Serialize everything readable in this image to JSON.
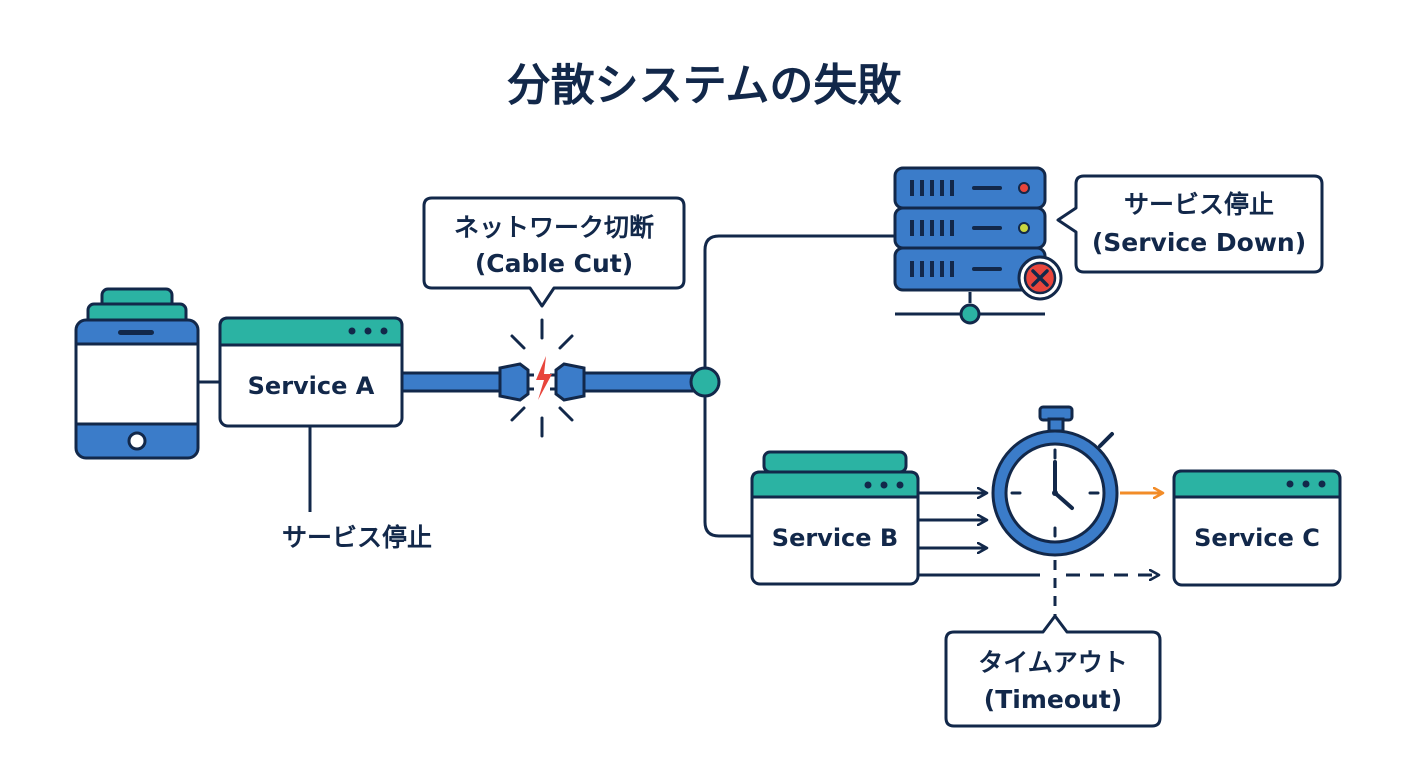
{
  "title": "分散システムの失敗",
  "services": {
    "a": "Service A",
    "b": "Service B",
    "c": "Service C"
  },
  "callouts": {
    "cable_cut": {
      "line1": "ネットワーク切断",
      "line2": "(Cable Cut)"
    },
    "service_down": {
      "line1": "サービス停止",
      "line2": "(Service Down)"
    },
    "timeout": {
      "line1": "タイムアウト",
      "line2": "(Timeout)"
    }
  },
  "labels": {
    "service_a_down": "サービス停止"
  },
  "colors": {
    "navy": "#12284a",
    "blue": "#3b7cc9",
    "teal": "#2bb3a3",
    "red": "#e8453c",
    "orange": "#f28c28",
    "yellow": "#c8d640"
  },
  "icons": {
    "phone": "smartphone-icon",
    "server": "server-rack-icon",
    "stopwatch": "stopwatch-icon",
    "error": "error-x-icon",
    "break": "cable-break-icon"
  }
}
